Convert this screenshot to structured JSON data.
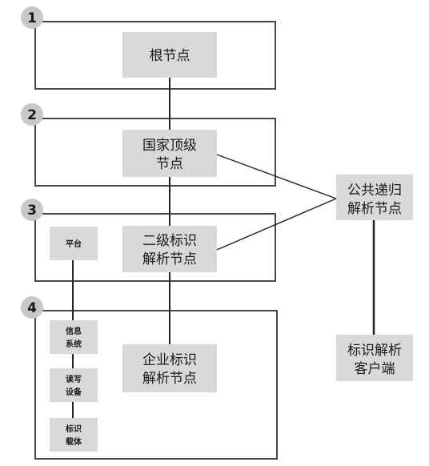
{
  "levels": [
    "1",
    "2",
    "3",
    "4"
  ],
  "nodes": {
    "root": [
      "根节点"
    ],
    "national": [
      "国家顶级",
      "节点"
    ],
    "secondary": [
      "二级标识",
      "解析节点"
    ],
    "enterprise": [
      "企业标识",
      "解析节点"
    ],
    "recursive": [
      "公共递归",
      "解析节点"
    ],
    "client": [
      "标识解析",
      "客户端"
    ],
    "platform": [
      "平台"
    ],
    "info_system": [
      "信息",
      "系统"
    ],
    "rw_device": [
      "读写",
      "设备"
    ],
    "id_carrier": [
      "标识",
      "载体"
    ]
  },
  "colors": {
    "box_fill": "#d9d9d9",
    "border": "#333333",
    "circle": "#c8c8c8"
  }
}
